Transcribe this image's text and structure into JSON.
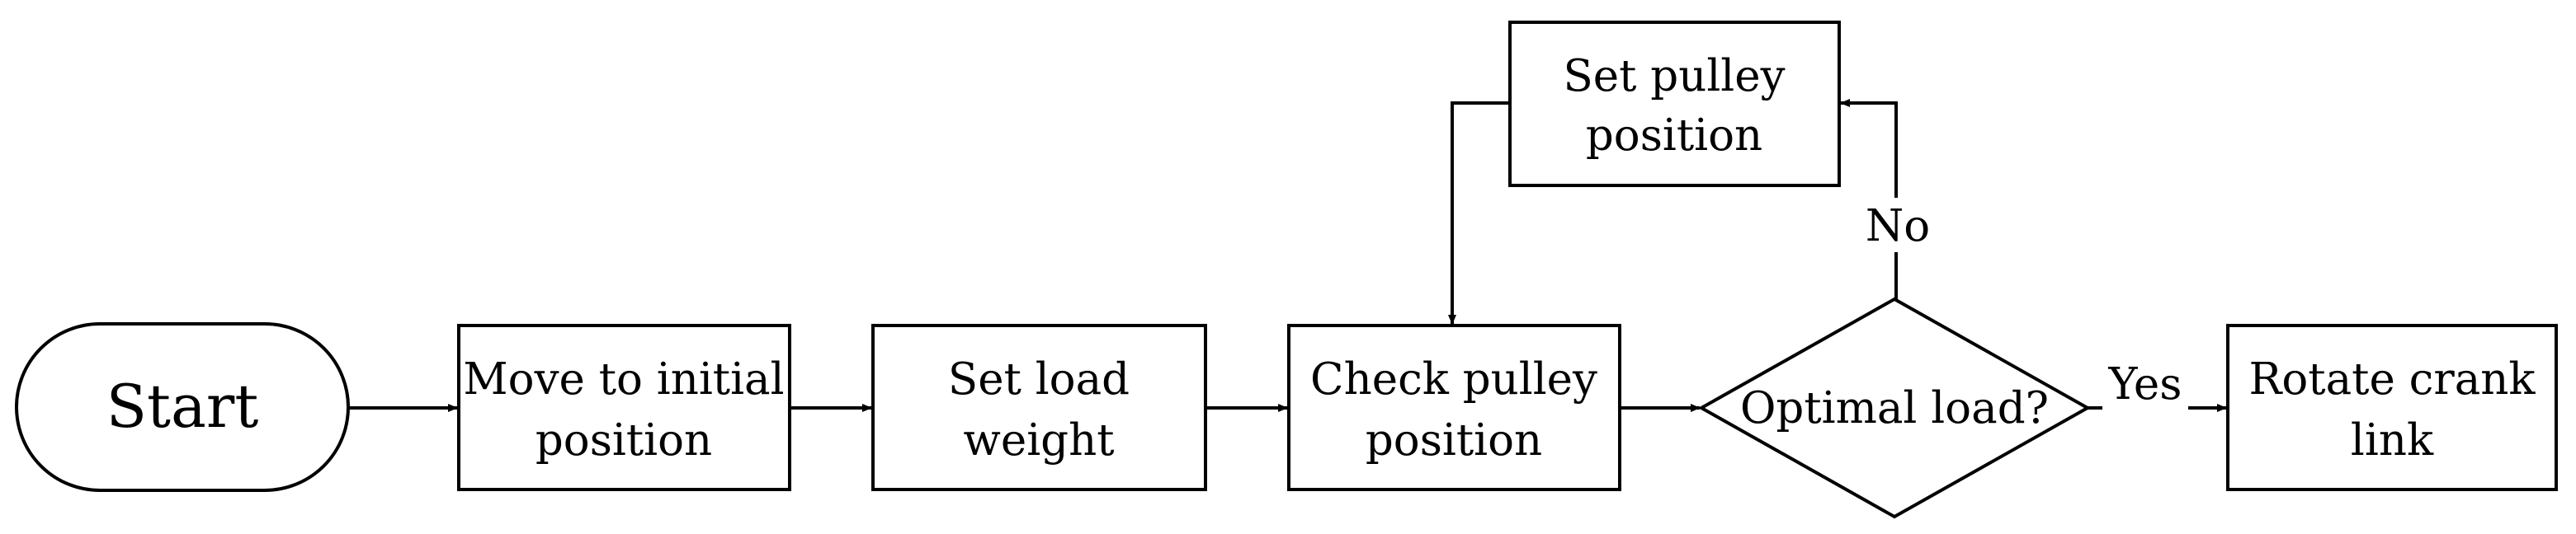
{
  "nodes": {
    "start": "Start",
    "move_line1": "Move to initial",
    "move_line2": "position",
    "setload_line1": "Set load",
    "setload_line2": "weight",
    "check_line1": "Check pulley",
    "check_line2": "position",
    "decision": "Optimal load?",
    "setpulley_line1": "Set pulley",
    "setpulley_line2": "position",
    "rotate_line1": "Rotate crank",
    "rotate_line2": "link"
  },
  "edges": {
    "no_label": "No",
    "yes_label": "Yes"
  }
}
